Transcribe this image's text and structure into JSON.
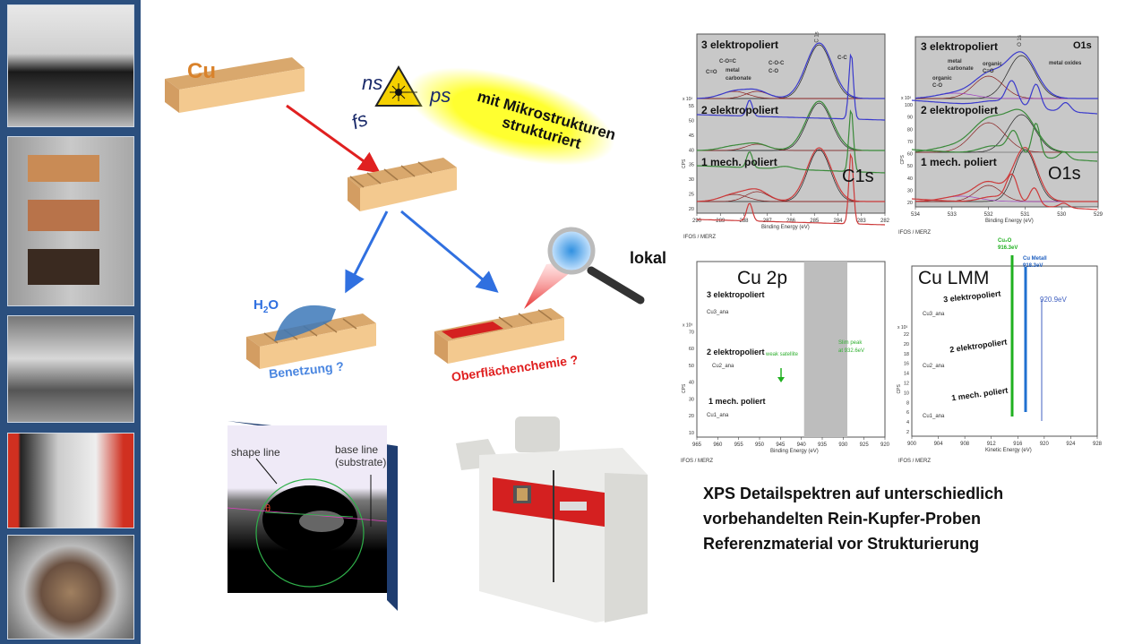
{
  "colors": {
    "sidebar": "#2b4f7e",
    "copper": "#e0b080",
    "copper_label": "#d9822b",
    "arrow_red": "#e02020",
    "arrow_blue": "#3070e0",
    "highlight": "#ffff30",
    "spectrum_gray": "#c8c8c8",
    "trace_blue": "#3a3acc",
    "trace_green": "#3a8a3a",
    "trace_red": "#cc3a3a",
    "cu2o_line": "#20b020",
    "cu_metal_line": "#2070d0"
  },
  "diagram": {
    "material_label": "Cu",
    "laser": {
      "icon": "laser-warning-icon",
      "pulses": [
        "ns",
        "ps",
        "fs"
      ]
    },
    "highlight_text": [
      "mit Mikrostrukturen",
      "strukturiert"
    ],
    "water_label_main": "H",
    "water_label_sub": "2",
    "water_label_end": "O",
    "wetting_label": "Benetzung ?",
    "surface_chem_label": "Oberflächenchemie ?",
    "local_label": "lokal",
    "contact_angle": {
      "shape_line": "shape line",
      "base_line": "base line",
      "substrate": "(substrate)",
      "theta": "θ"
    }
  },
  "spectra": {
    "source": "IFOS / MERZ",
    "c1s": {
      "title": "C1s",
      "samples": [
        "3 elektropoliert",
        "2 elektropoliert",
        "1 mech. poliert"
      ],
      "annotations": [
        "C=O",
        "C-O=C",
        "metal",
        "carbonate",
        "C-O-C",
        "C-O",
        "C-C"
      ],
      "xlabel": "Binding Energy (eV)",
      "ylabel": "CPS",
      "y_multiplier": "x 10²",
      "xticks": [
        "290",
        "289",
        "288",
        "287",
        "286",
        "285",
        "284",
        "283",
        "282"
      ],
      "yticks": [
        "55",
        "50",
        "45",
        "40",
        "35",
        "30",
        "25",
        "20"
      ],
      "peak_label": "C 1s"
    },
    "o1s": {
      "title": "O1s",
      "title_small": "O1s",
      "samples": [
        "3 elektropoliert",
        "2 elektropoliert",
        "1 mech. poliert"
      ],
      "annotations": [
        "metal",
        "carbonate",
        "organic",
        "C=O",
        "organic",
        "C-O",
        "metal oxides"
      ],
      "xlabel": "Binding Energy (eV)",
      "ylabel": "CPS",
      "y_multiplier": "x 10²",
      "xticks": [
        "534",
        "533",
        "532",
        "531",
        "530",
        "529"
      ],
      "yticks": [
        "100",
        "90",
        "80",
        "70",
        "60",
        "50",
        "40",
        "30",
        "20"
      ],
      "peak_label": "O 1s"
    },
    "cu2p": {
      "title": "Cu 2p",
      "samples": [
        "3 elektropoliert",
        "2 elektropoliert",
        "1 mech. poliert"
      ],
      "traces": [
        "Cu3_ana",
        "Cu2_ana",
        "Cu1_ana"
      ],
      "notes": [
        "weak satellite",
        "Slim peak",
        "at 932.6eV"
      ],
      "xlabel": "Binding Energy (eV)",
      "ylabel": "CPS",
      "y_multiplier": "x 10³",
      "xticks": [
        "965",
        "960",
        "955",
        "950",
        "945",
        "940",
        "935",
        "930",
        "925",
        "920"
      ],
      "yticks": [
        "70",
        "60",
        "50",
        "40",
        "30",
        "20",
        "10"
      ],
      "peak_label": "Cu 2p"
    },
    "culmm": {
      "title": "Cu LMM",
      "samples": [
        "3 elektropoliert",
        "2 elektropoliert",
        "1 mech. poliert"
      ],
      "traces": [
        "Cu3_ana",
        "Cu2_ana",
        "Cu1_ana"
      ],
      "markers": {
        "cu2o": "Cu₂O",
        "cu2o_value": "916.3eV",
        "metal": "Cu Metall",
        "metal_value": "918.3eV",
        "other": "920.9eV"
      },
      "xlabel": "Kinetic Energy (eV)",
      "ylabel": "CPS",
      "y_multiplier": "x 10³",
      "xticks": [
        "900",
        "904",
        "908",
        "912",
        "916",
        "920",
        "924",
        "928"
      ],
      "yticks": [
        "22",
        "20",
        "18",
        "16",
        "14",
        "12",
        "10",
        "8",
        "6",
        "4",
        "2"
      ]
    }
  },
  "caption": [
    "XPS Detailspektren auf unterschiedlich",
    "vorbehandelten Rein-Kupfer-Proben",
    "Referenzmaterial vor Strukturierung"
  ]
}
